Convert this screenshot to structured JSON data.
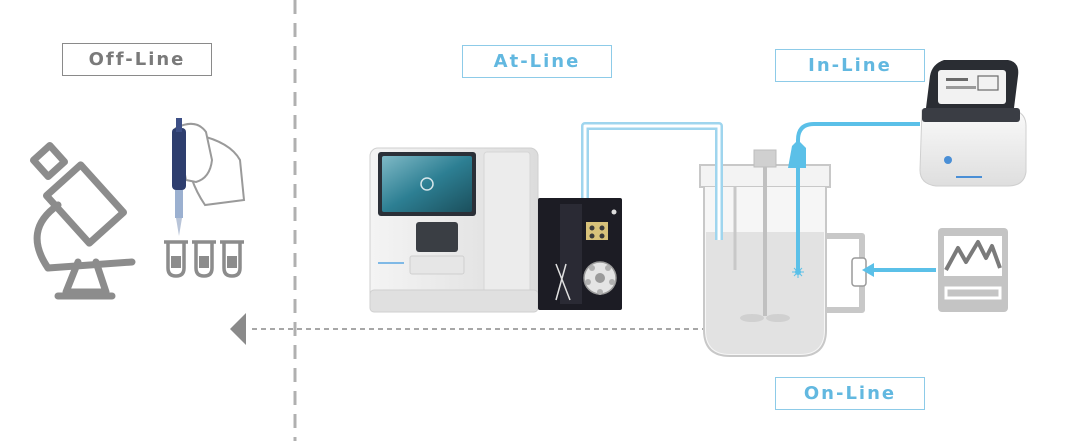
{
  "labels": {
    "off_line": "Off-Line",
    "at_line": "At-Line",
    "in_line": "In-Line",
    "on_line": "On-Line"
  },
  "colors": {
    "offline_text": "#7a7a7a",
    "accent_blue": "#5bc0e8",
    "equipment_gray": "#c8c8c8",
    "divider_gray": "#b0b0b0"
  },
  "icons": [
    "microscope-icon",
    "pipette-icon",
    "sample-tubes-icon",
    "analyzer-icon",
    "peristaltic-pump-icon",
    "bioreactor-vessel-icon",
    "inline-sensor-device-icon",
    "online-monitor-icon",
    "arrow-left-icon"
  ]
}
